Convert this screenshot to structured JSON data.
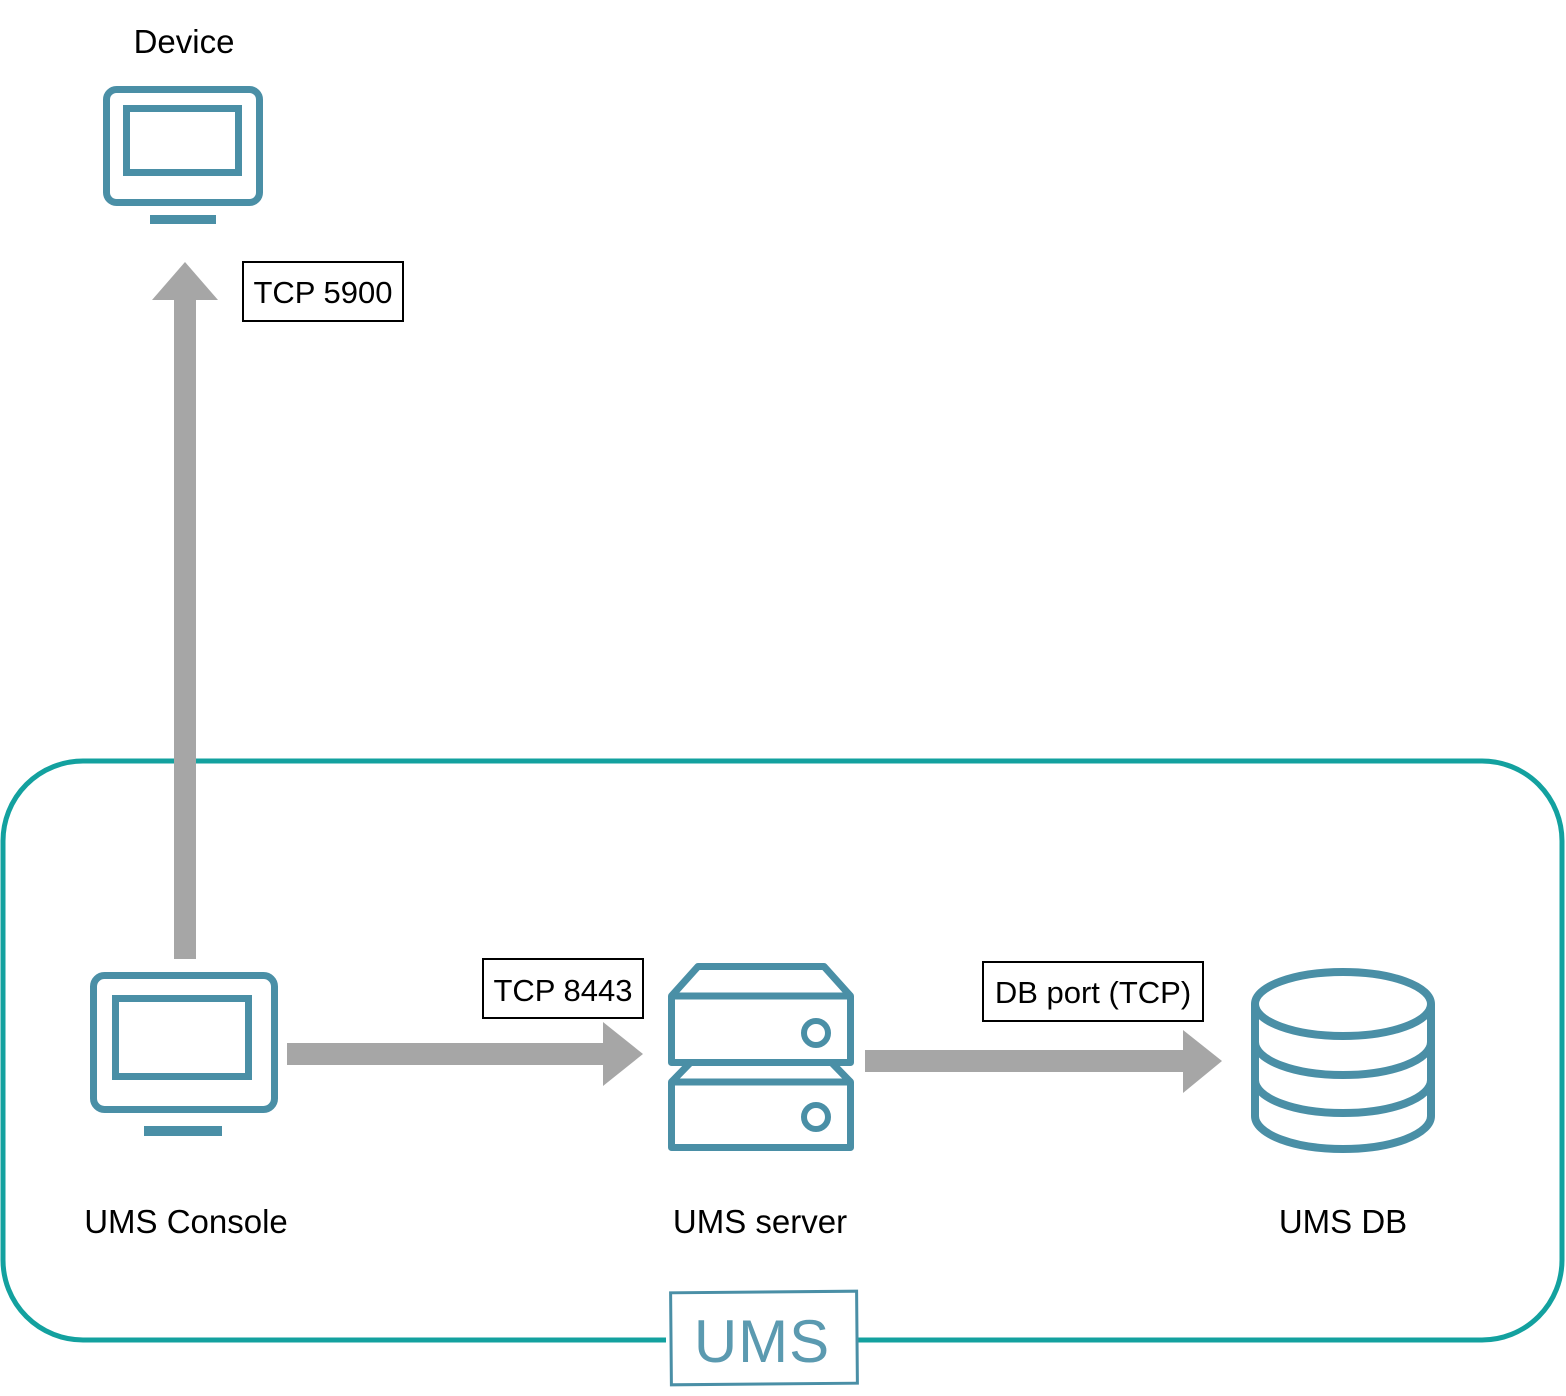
{
  "colors": {
    "icon": "#4a8fa6",
    "group_border": "#13a19f",
    "arrow": "#a6a6a6",
    "text": "#000000"
  },
  "nodes": {
    "device": {
      "label": "Device",
      "icon": "monitor-icon"
    },
    "console": {
      "label": "UMS Console",
      "icon": "monitor-icon"
    },
    "server": {
      "label": "UMS server",
      "icon": "server-icon"
    },
    "db": {
      "label": "UMS DB",
      "icon": "database-icon"
    }
  },
  "connections": {
    "console_to_device": {
      "label": "TCP 5900"
    },
    "console_to_server": {
      "label": "TCP 8443"
    },
    "server_to_db": {
      "label": "DB port (TCP)"
    }
  },
  "group": {
    "logo_text": "UMS"
  }
}
